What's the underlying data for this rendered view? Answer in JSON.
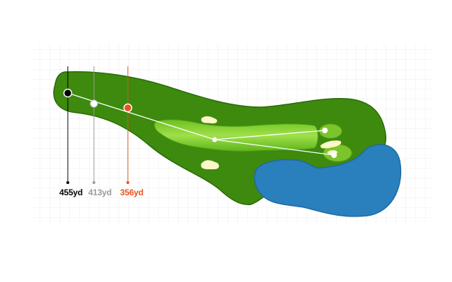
{
  "hole": {
    "tees": [
      {
        "name": "black",
        "label": "455yd",
        "color": "#000000"
      },
      {
        "name": "white",
        "label": "413yd",
        "color": "#9a9a9a"
      },
      {
        "name": "red",
        "label": "356yd",
        "color": "#e8521e"
      }
    ],
    "colors": {
      "rough": "#3d8a0e",
      "fairway": "#5bb51a",
      "fairway_light": "#8fd63a",
      "green": "#7cc42b",
      "bunker": "#fbf7c7",
      "water": "#2a7fbd",
      "grid": "#eeeeee",
      "route": "#ffffff"
    }
  }
}
